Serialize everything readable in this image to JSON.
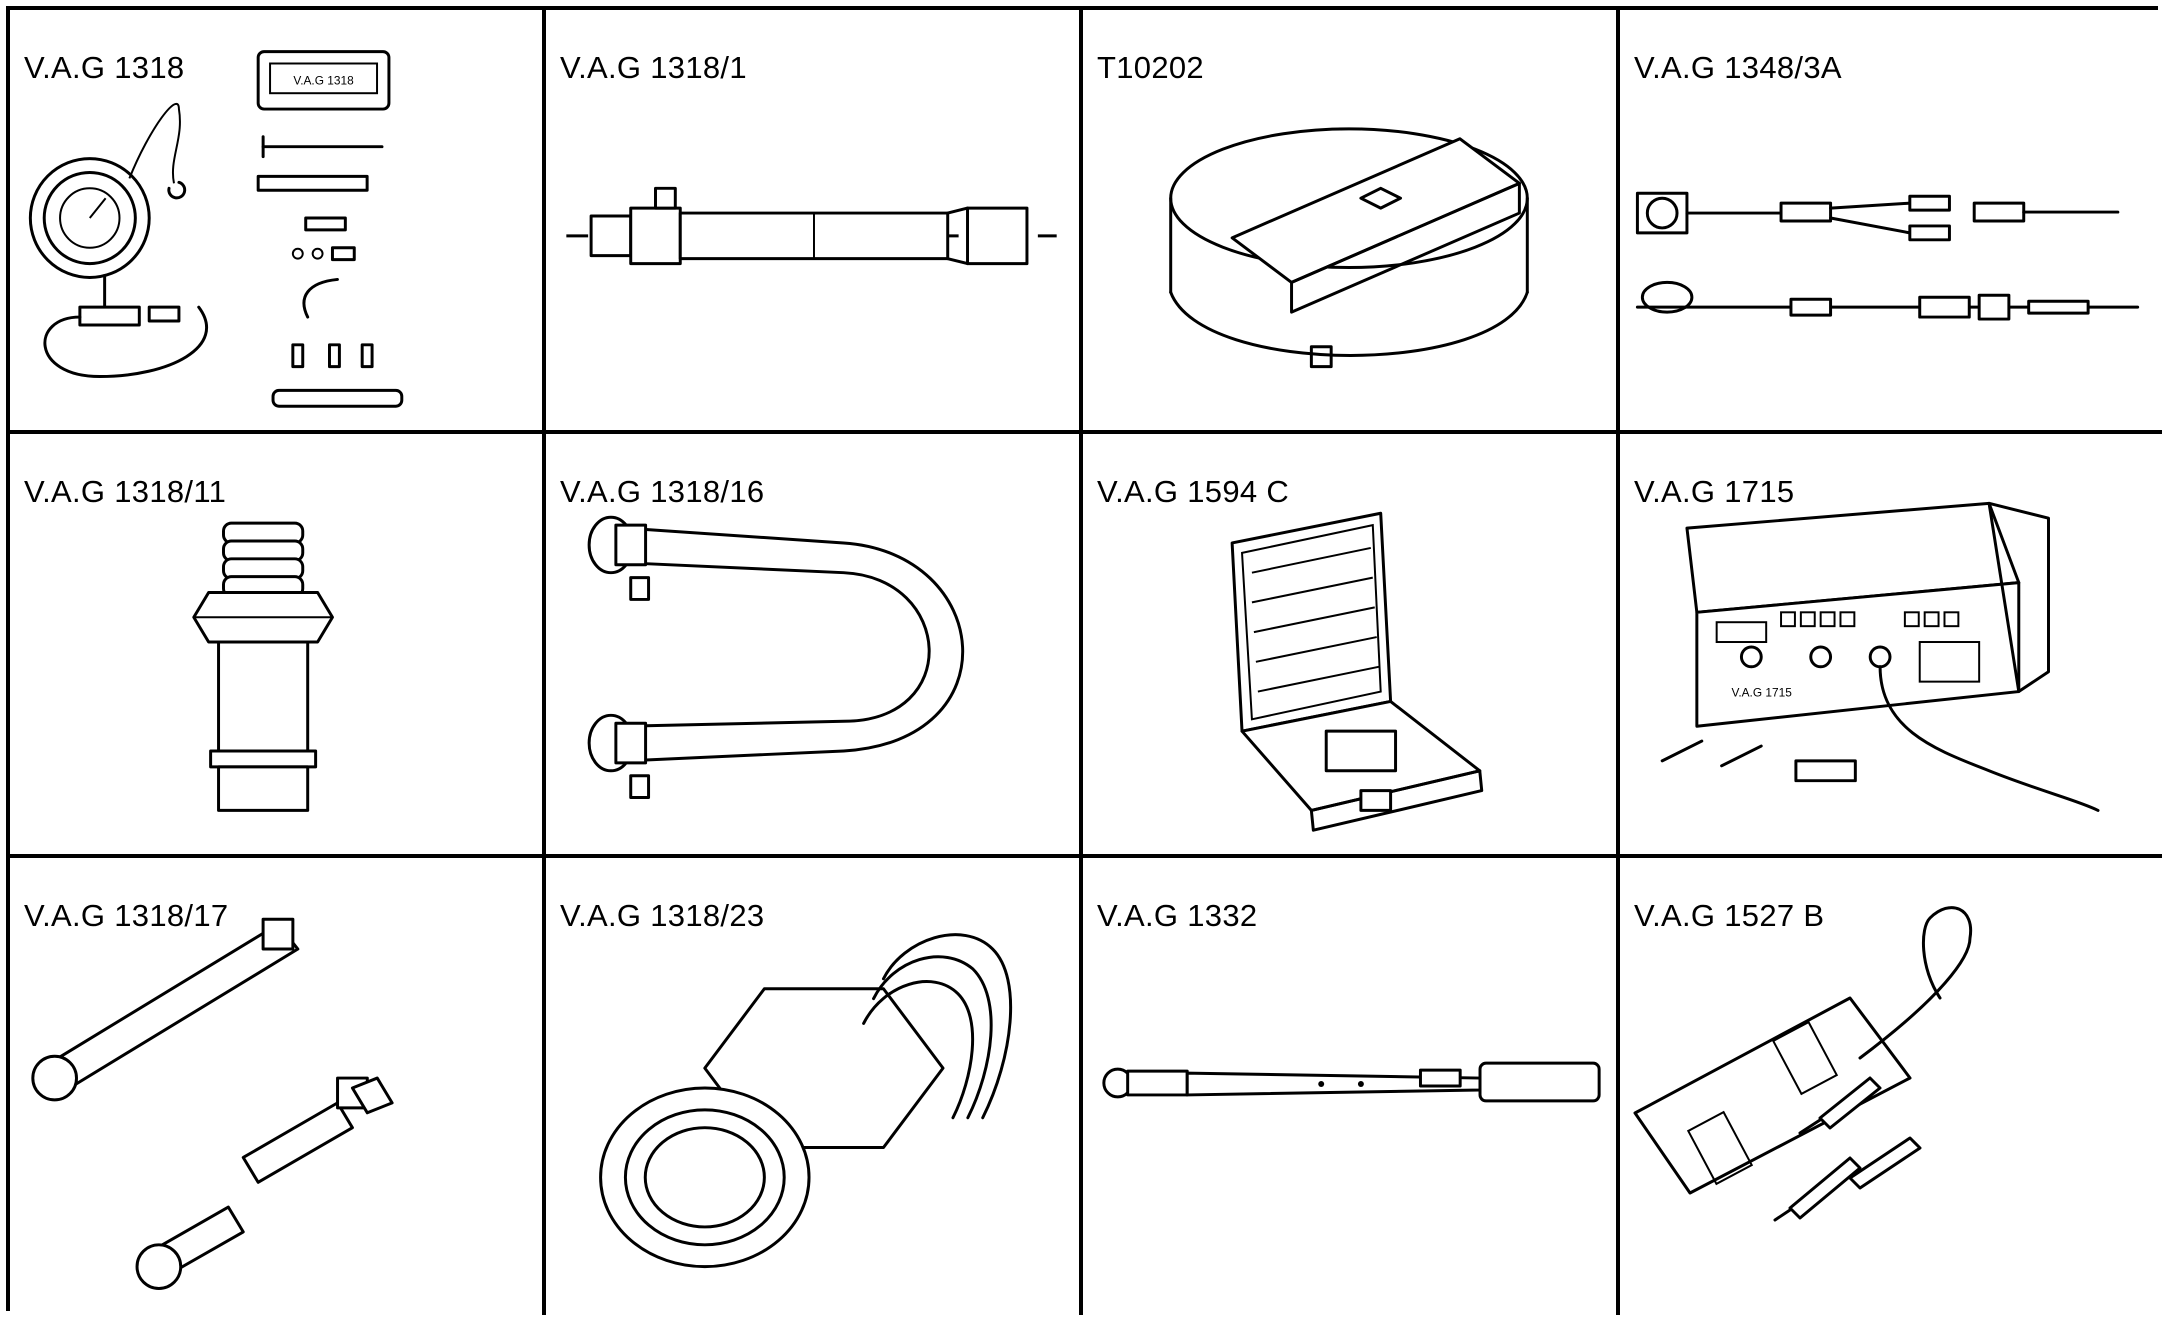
{
  "tools": [
    {
      "label": "V.A.G 1318",
      "icon": "pressure-gauge-kit-icon",
      "case_text": "V.A.G 1318"
    },
    {
      "label": "V.A.G 1318/1",
      "icon": "adapter-hose-icon"
    },
    {
      "label": "T10202",
      "icon": "round-wrench-icon"
    },
    {
      "label": "V.A.G 1348/3A",
      "icon": "remote-control-cables-icon"
    },
    {
      "label": "V.A.G 1318/11",
      "icon": "threaded-adapter-icon"
    },
    {
      "label": "V.A.G 1318/16",
      "icon": "u-hose-icon"
    },
    {
      "label": "V.A.G 1594 C",
      "icon": "adapter-case-icon"
    },
    {
      "label": "V.A.G 1715",
      "icon": "multimeter-icon",
      "device_text": "V.A.G 1715"
    },
    {
      "label": "V.A.G 1318/17",
      "icon": "adapter-lines-icon"
    },
    {
      "label": "V.A.G 1318/23",
      "icon": "large-adapter-icon"
    },
    {
      "label": "V.A.G 1332",
      "icon": "torque-wrench-icon"
    },
    {
      "label": "V.A.G 1527 B",
      "icon": "voltage-tester-icon"
    }
  ]
}
